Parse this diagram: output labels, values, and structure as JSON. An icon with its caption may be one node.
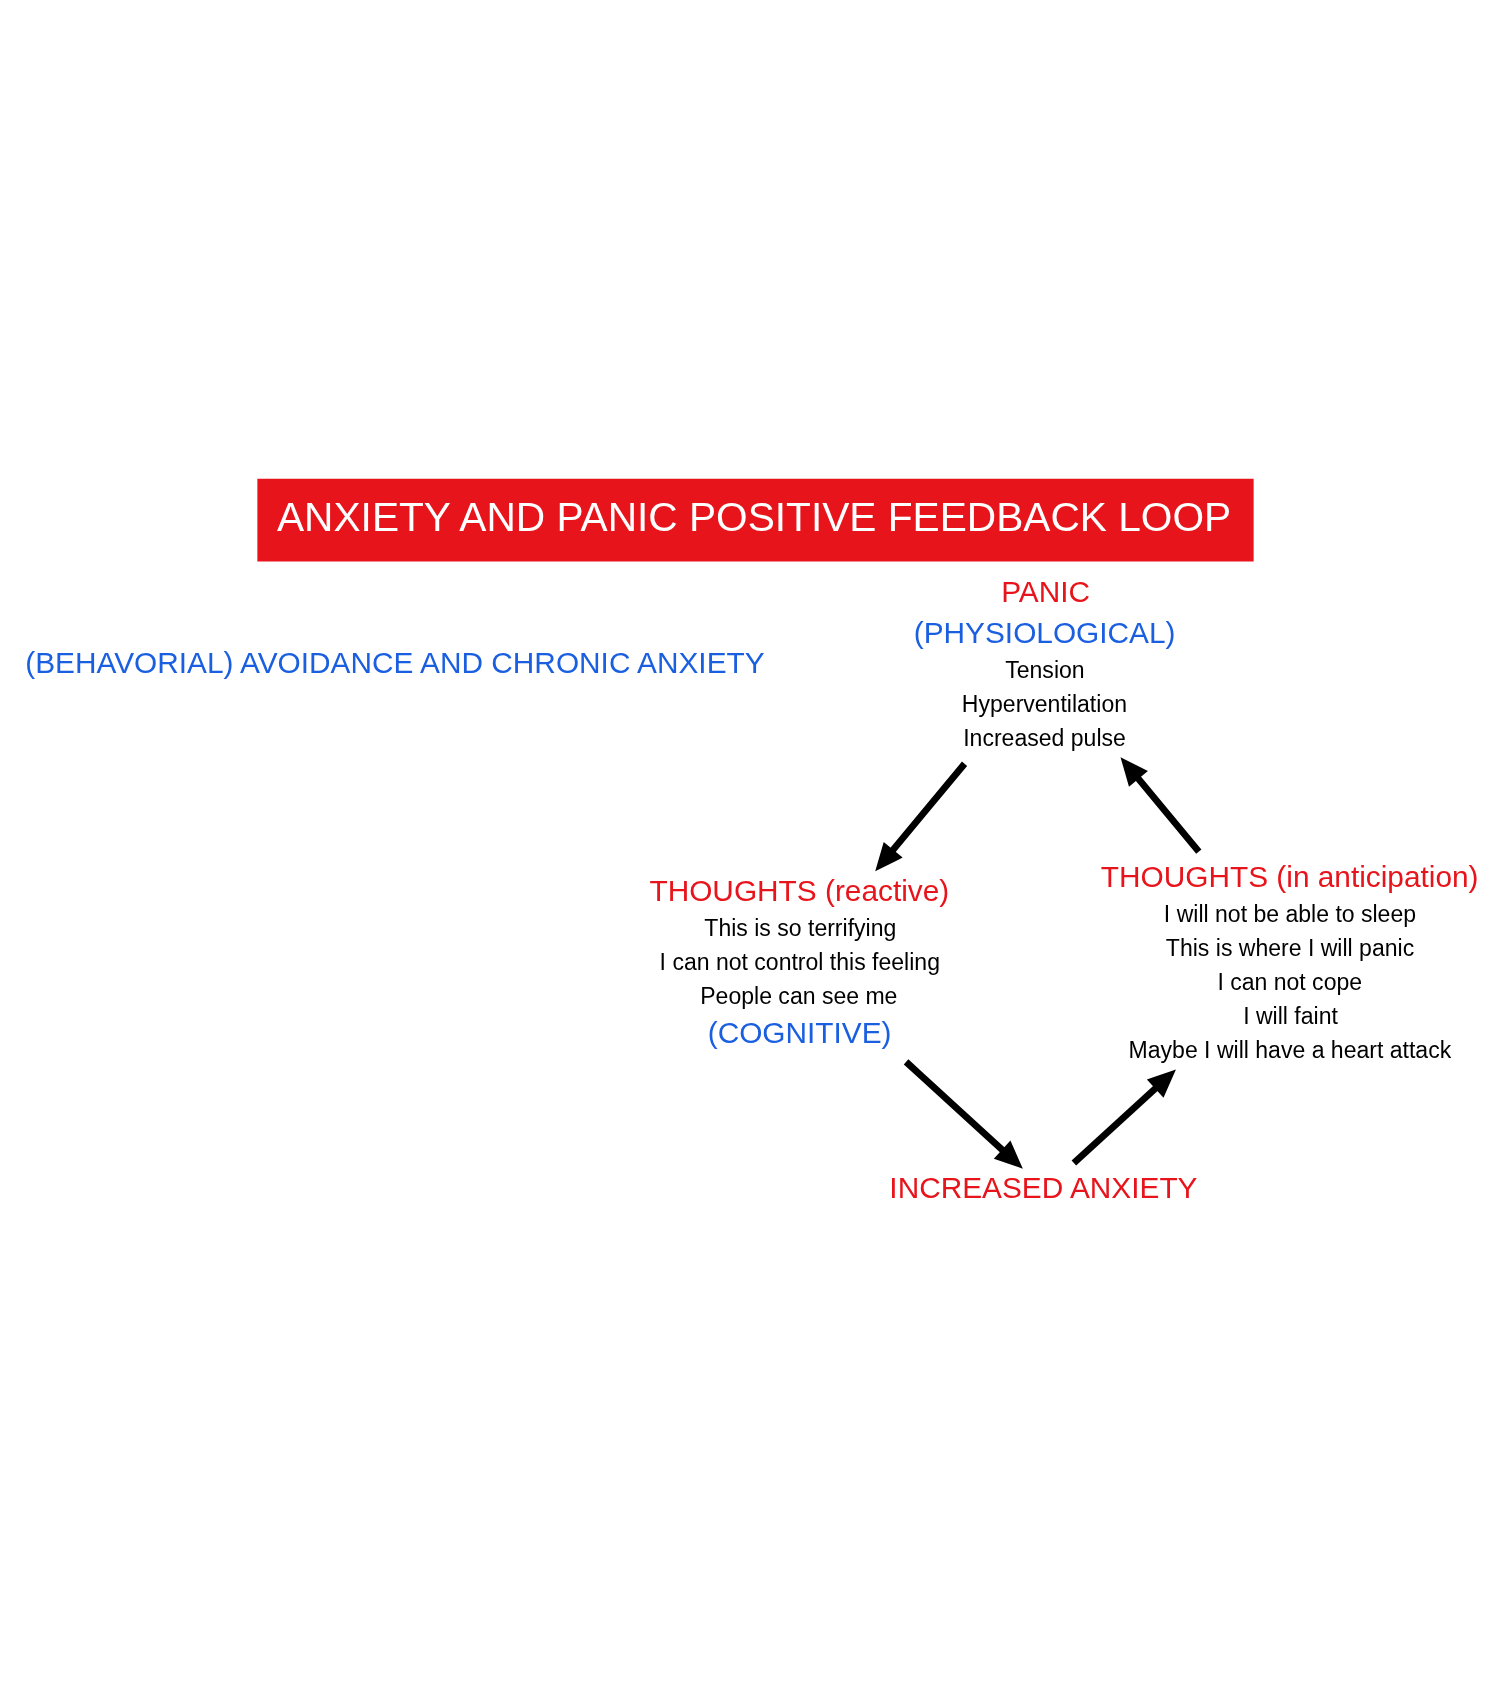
{
  "diagram": {
    "title": "ANXIETY AND PANIC POSITIVE FEEDBACK LOOP",
    "nodes": [
      {
        "text": [
          "PANIC",
          "(PHYSIOLOGICAL)",
          "Tension",
          "Hyperventilation",
          "Increased pulse"
        ]
      },
      {
        "text": [
          "THOUGHTS (reactive)",
          "This is so terrifying",
          "I can not control this feeling",
          "People can see me",
          "(COGNITIVE)"
        ]
      },
      {
        "text": [
          "INCREASED ANXIETY"
        ]
      },
      {
        "text": [
          "THOUGHTS (in anticipation)",
          "I will not be able to sleep",
          "This is where I will panic",
          "I can not cope",
          "I will faint",
          "Maybe I will have a heart attack"
        ]
      }
    ],
    "edges": [
      {
        "from": 3,
        "to": 0,
        "arrow": "to"
      },
      {
        "from": 0,
        "to": 1,
        "arrow": "to"
      },
      {
        "from": 1,
        "to": 2,
        "arrow": "to"
      },
      {
        "from": 2,
        "to": 3,
        "arrow": "to"
      }
    ],
    "labels": [
      "(BEHAVORIAL) AVOIDANCE AND CHRONIC ANXIETY"
    ]
  }
}
